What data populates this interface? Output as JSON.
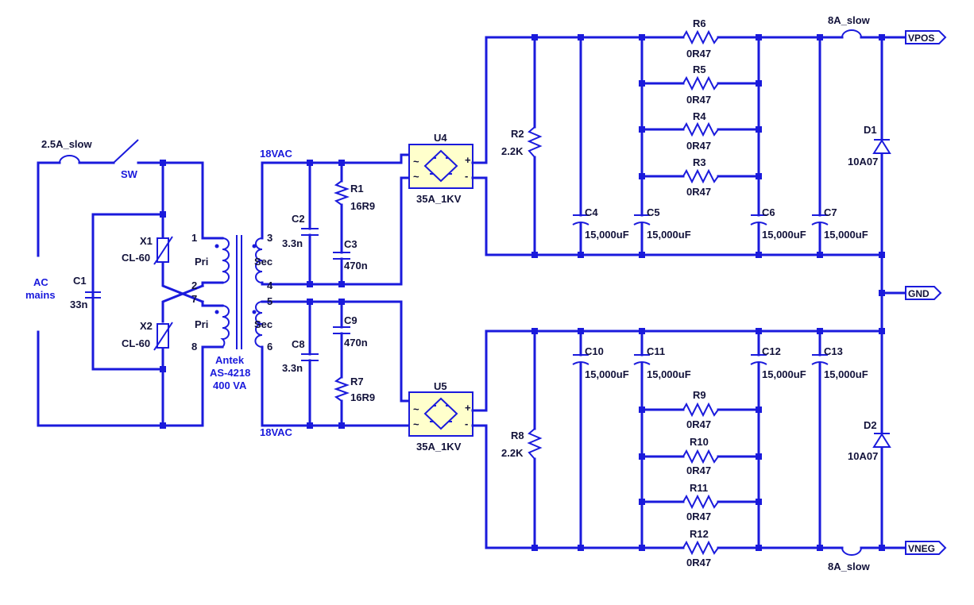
{
  "colors": {
    "wire": "#1a1adc",
    "text": "#12123a",
    "bridge_fill": "#ffffcc",
    "background": "#ffffff"
  },
  "mains": {
    "label_line1": "AC",
    "label_line2": "mains"
  },
  "fuse_in": {
    "value": "2.5A_slow"
  },
  "switch": {
    "ref": "SW"
  },
  "c1": {
    "ref": "C1",
    "value": "33n"
  },
  "x1": {
    "ref": "X1",
    "value": "CL-60"
  },
  "x2": {
    "ref": "X2",
    "value": "CL-60"
  },
  "transformer": {
    "name_line1": "Antek",
    "name_line2": "AS-4218",
    "name_line3": "400 VA",
    "primary_label": "Pri",
    "secondary_label": "Sec",
    "pins": [
      "1",
      "2",
      "7",
      "8",
      "3",
      "4",
      "5",
      "6"
    ]
  },
  "net_labels": {
    "top_vac": "18VAC",
    "bottom_vac": "18VAC"
  },
  "upper_rc": {
    "c2_ref": "C2",
    "c2_value": "3.3n",
    "r1_ref": "R1",
    "r1_value": "16R9",
    "c3_ref": "C3",
    "c3_value": "470n"
  },
  "lower_rc": {
    "c8_ref": "C8",
    "c8_value": "3.3n",
    "c9_ref": "C9",
    "c9_value": "470n",
    "r7_ref": "R7",
    "r7_value": "16R9"
  },
  "bridges": [
    {
      "ref": "U4",
      "value": "35A_1KV"
    },
    {
      "ref": "U5",
      "value": "35A_1KV"
    }
  ],
  "bleeders": [
    {
      "ref": "R2",
      "value": "2.2K"
    },
    {
      "ref": "R8",
      "value": "2.2K"
    }
  ],
  "caps_pos": [
    {
      "ref": "C4",
      "value": "15,000uF"
    },
    {
      "ref": "C5",
      "value": "15,000uF"
    },
    {
      "ref": "C6",
      "value": "15,000uF"
    },
    {
      "ref": "C7",
      "value": "15,000uF"
    }
  ],
  "caps_neg": [
    {
      "ref": "C10",
      "value": "15,000uF"
    },
    {
      "ref": "C11",
      "value": "15,000uF"
    },
    {
      "ref": "C12",
      "value": "15,000uF"
    },
    {
      "ref": "C13",
      "value": "15,000uF"
    }
  ],
  "res_pos": [
    {
      "ref": "R6",
      "value": "0R47"
    },
    {
      "ref": "R5",
      "value": "0R47"
    },
    {
      "ref": "R4",
      "value": "0R47"
    },
    {
      "ref": "R3",
      "value": "0R47"
    }
  ],
  "res_neg": [
    {
      "ref": "R9",
      "value": "0R47"
    },
    {
      "ref": "R10",
      "value": "0R47"
    },
    {
      "ref": "R11",
      "value": "0R47"
    },
    {
      "ref": "R12",
      "value": "0R47"
    }
  ],
  "fuses_out": [
    {
      "value": "8A_slow"
    },
    {
      "value": "8A_slow"
    }
  ],
  "diodes": [
    {
      "ref": "D1",
      "value": "10A07"
    },
    {
      "ref": "D2",
      "value": "10A07"
    }
  ],
  "ports": {
    "vpos": "VPOS",
    "gnd": "GND",
    "vneg": "VNEG"
  }
}
